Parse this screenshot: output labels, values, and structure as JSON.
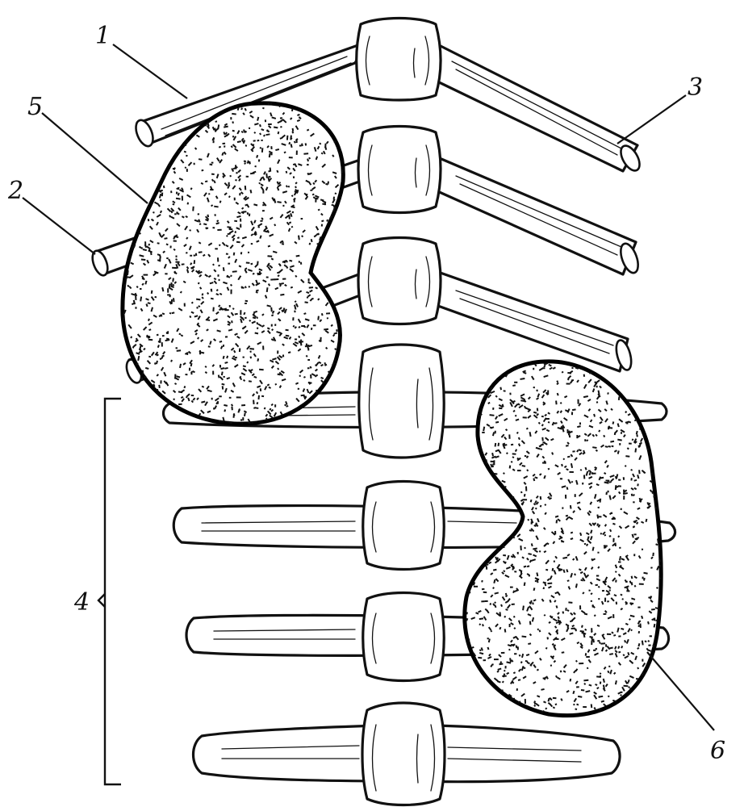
{
  "labels": {
    "rib_upper": "1",
    "rib_left": "2",
    "rib_right": "3",
    "lower_group": "4",
    "left_kidney": "5",
    "right_kidney": "6"
  }
}
